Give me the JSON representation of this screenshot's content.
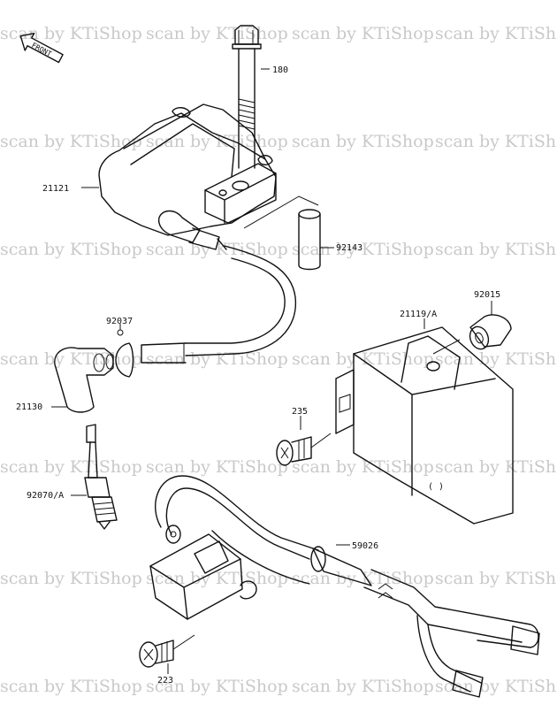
{
  "watermark": "scan by KTiShop",
  "front_label": "FRONT",
  "parts": {
    "bolt": "180",
    "ignition_coil": "21121",
    "collar": "92143",
    "cap_92015": "92015",
    "cdi_unit": "21119/A",
    "clip": "92037",
    "plug_cap": "21130",
    "screw_235": "235",
    "spark_plug": "92070/A",
    "harness": "59026",
    "screw_223": "223"
  },
  "cdi_mark": "( )"
}
